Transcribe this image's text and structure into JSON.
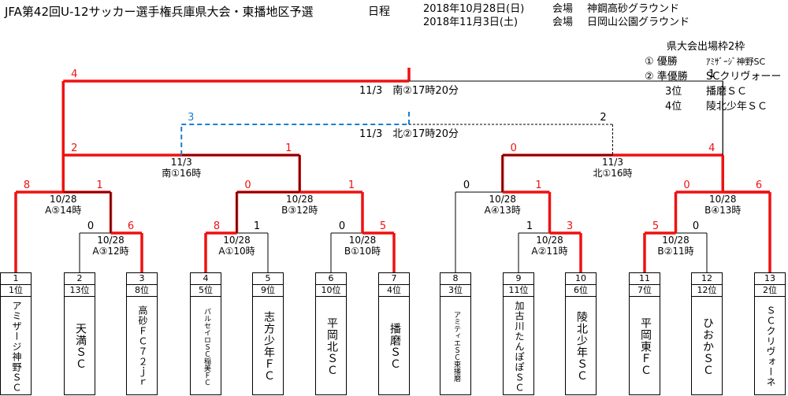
{
  "title": "JFA第42回U-12サッカー選手権兵庫県大会・東播地区予選",
  "schedule": {
    "label": "日程",
    "rows": [
      {
        "date": "2018年10月28日(日)",
        "venue_label": "会場",
        "venue": "神鋼高砂グラウンド"
      },
      {
        "date": "2018年11月3日(土)",
        "venue_label": "会場",
        "venue": "日岡山公園グラウンド"
      }
    ]
  },
  "quota": {
    "heading": "県大会出場枠2枠",
    "rows": [
      {
        "rank": "① 優勝",
        "team": "ｱﾐｻﾞｰｼﾞ神野SC"
      },
      {
        "rank": "② 準優勝",
        "team": "SCクリヴォーー"
      },
      {
        "rank": "3位",
        "team": "播磨ＳＣ"
      },
      {
        "rank": "4位",
        "team": "陵北少年ＳＣ"
      }
    ]
  },
  "teams": [
    {
      "num": "1",
      "seed": "1位",
      "name": "アミザージ神野ＳＣ",
      "size": "mid"
    },
    {
      "num": "2",
      "seed": "13位",
      "name": "天満ＳＣ",
      "size": "big"
    },
    {
      "num": "3",
      "seed": "8位",
      "name": "高砂ＦＣ７２ｊｒ",
      "size": "mid"
    },
    {
      "num": "4",
      "seed": "5位",
      "name": "パルセイロＳＣ稲美ＦＣ",
      "size": "small"
    },
    {
      "num": "5",
      "seed": "9位",
      "name": "志方少年ＦＣ",
      "size": "big"
    },
    {
      "num": "6",
      "seed": "10位",
      "name": "平岡北ＳＣ",
      "size": "big"
    },
    {
      "num": "7",
      "seed": "4位",
      "name": "播磨ＳＣ",
      "size": "big"
    },
    {
      "num": "8",
      "seed": "3位",
      "name": "アミティエＳＣ東播磨",
      "size": "small"
    },
    {
      "num": "9",
      "seed": "11位",
      "name": "加古川たんぽぽＳＣ",
      "size": "mid"
    },
    {
      "num": "10",
      "seed": "6位",
      "name": "陵北少年ＳＣ",
      "size": "big"
    },
    {
      "num": "11",
      "seed": "7位",
      "name": "平岡東ＦＣ",
      "size": "big"
    },
    {
      "num": "12",
      "seed": "12位",
      "name": "ひおかＳＣ",
      "size": "big"
    },
    {
      "num": "13",
      "seed": "2位",
      "name": "ＳＣクリヴォーネ",
      "size": "mid"
    }
  ],
  "matches": {
    "r1a": {
      "date": "10/28",
      "info": "A③12時",
      "left": "0",
      "right": "6"
    },
    "r1b": {
      "date": "10/28",
      "info": "A①10時",
      "left": "8",
      "right": "1"
    },
    "r1c": {
      "date": "10/28",
      "info": "B①10時",
      "left": "0",
      "right": "5"
    },
    "r1d": {
      "date": "10/28",
      "info": "A②11時",
      "left": "1",
      "right": "3"
    },
    "r1e": {
      "date": "10/28",
      "info": "B②11時",
      "left": "5",
      "right": "0"
    },
    "r2a": {
      "date": "10/28",
      "info": "A⑤14時",
      "left": "8",
      "right": "1"
    },
    "r2b": {
      "date": "10/28",
      "info": "B③12時",
      "left": "0",
      "right": "1"
    },
    "r2c": {
      "date": "10/28",
      "info": "A④13時",
      "left": "0",
      "right": "1"
    },
    "r2d": {
      "date": "10/28",
      "info": "B④13時",
      "left": "0",
      "right": "6"
    },
    "sfl": {
      "date": "11/3",
      "info": "南①16時",
      "left": "2",
      "right": "1"
    },
    "sfr": {
      "date": "11/3",
      "info": "北①16時",
      "left": "0",
      "right": "4"
    },
    "third": {
      "date": "11/3",
      "info": "北②17時20分",
      "left": "3",
      "right": "2"
    },
    "final": {
      "date": "11/3",
      "info": "南②17時20分",
      "left": "4",
      "right": "1"
    }
  },
  "colors": {
    "win": "#ee1111",
    "lose": "#000000",
    "third": "#1a7fd4",
    "score_win": "#ee1111",
    "score_lose": "#000000",
    "score_third": "#1a7fd4"
  }
}
